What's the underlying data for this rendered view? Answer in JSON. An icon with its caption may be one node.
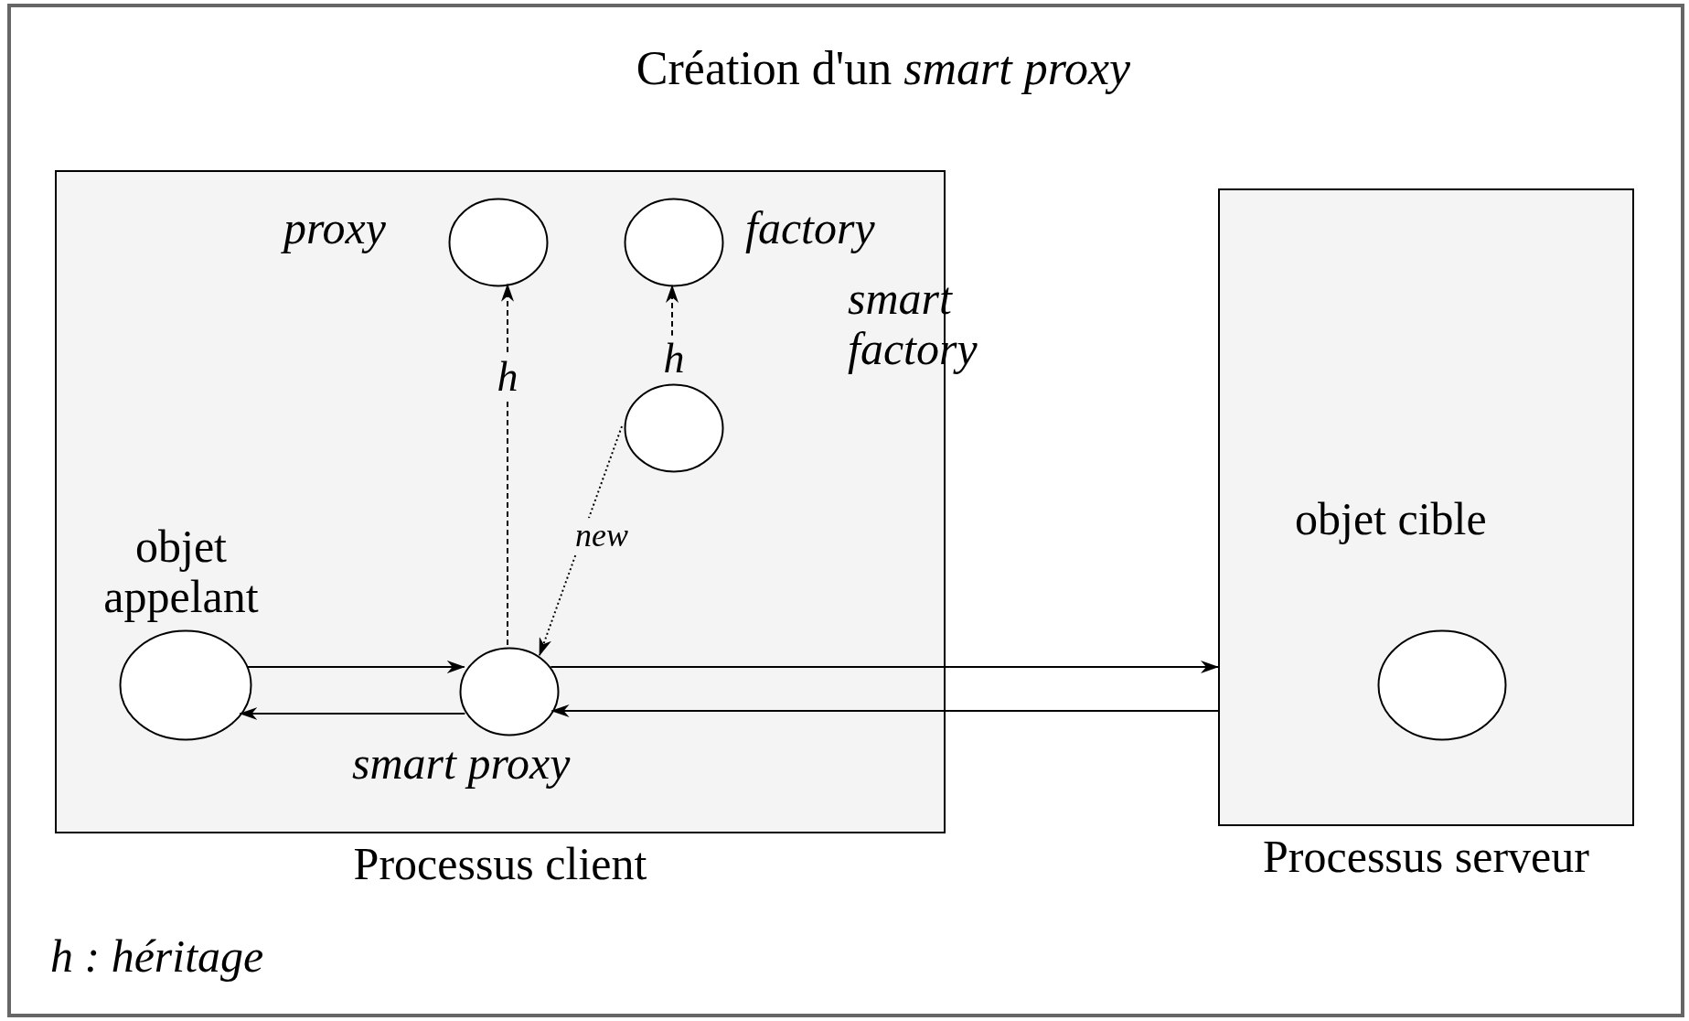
{
  "diagram": {
    "title": "Création d'un *smart proxy*",
    "nodes": [
      {
        "text": [
          "Processus client"
        ]
      },
      {
        "text": [],
        "shape": "circle",
        "beside": [
          "proxy"
        ],
        "in": 0
      },
      {
        "text": [],
        "shape": "circle",
        "beside": [
          "factory"
        ],
        "in": 0
      },
      {
        "text": [],
        "shape": "circle",
        "beside": [
          "smart factory"
        ],
        "in": 0
      },
      {
        "text": [],
        "shape": "circle",
        "beside": [
          "objet appelant"
        ],
        "in": 0
      },
      {
        "text": [],
        "shape": "circle",
        "beside": [
          "smart proxy"
        ],
        "in": 0
      },
      {
        "text": [
          "Processus serveur"
        ]
      },
      {
        "text": [],
        "shape": "circle",
        "beside": [
          "objet cible"
        ],
        "in": 6
      }
    ],
    "edges": [
      {
        "from": 5,
        "to": 1,
        "arrow": "to",
        "label": "h",
        "style": "dashed"
      },
      {
        "from": 3,
        "to": 2,
        "arrow": "to",
        "label": "h",
        "style": "dashed"
      },
      {
        "from": 3,
        "to": 5,
        "arrow": "to",
        "label": "new",
        "style": "dashed"
      },
      {
        "from": 4,
        "to": 5,
        "arrow": "to"
      },
      {
        "from": 5,
        "to": 4,
        "arrow": "to"
      },
      {
        "from": 5,
        "to": 6,
        "arrow": "to"
      },
      {
        "from": 6,
        "to": 5,
        "arrow": "to"
      }
    ],
    "labels": [
      "h : héritage"
    ]
  }
}
